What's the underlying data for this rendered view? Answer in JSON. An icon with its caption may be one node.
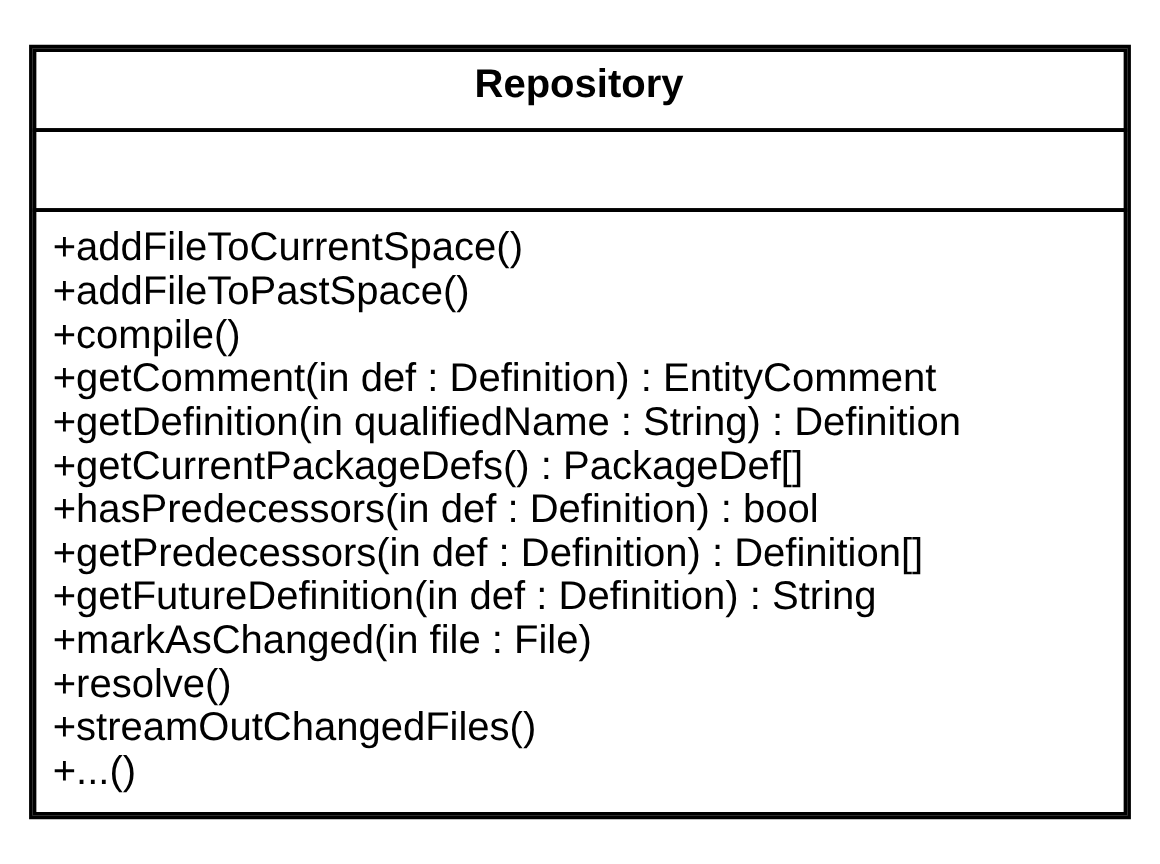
{
  "diagram": {
    "nodes": [
      {
        "text": [
          "Repository",
          "+addFileToCurrentSpace()",
          "+addFileToPastSpace()",
          "+compile()",
          "+getComment(in def : Definition) : EntityComment",
          "+getDefinition(in qualifiedName : String) : Definition",
          "+getCurrentPackageDefs() : PackageDef[]",
          "+hasPredecessors(in def : Definition) : bool",
          "+getPredecessors(in def : Definition) : Definition[]",
          "+getFutureDefinition(in def : Definition) : String",
          "+markAsChanged(in file : File)",
          "+resolve()",
          "+streamOutChangedFiles()",
          "+...()"
        ]
      }
    ]
  }
}
